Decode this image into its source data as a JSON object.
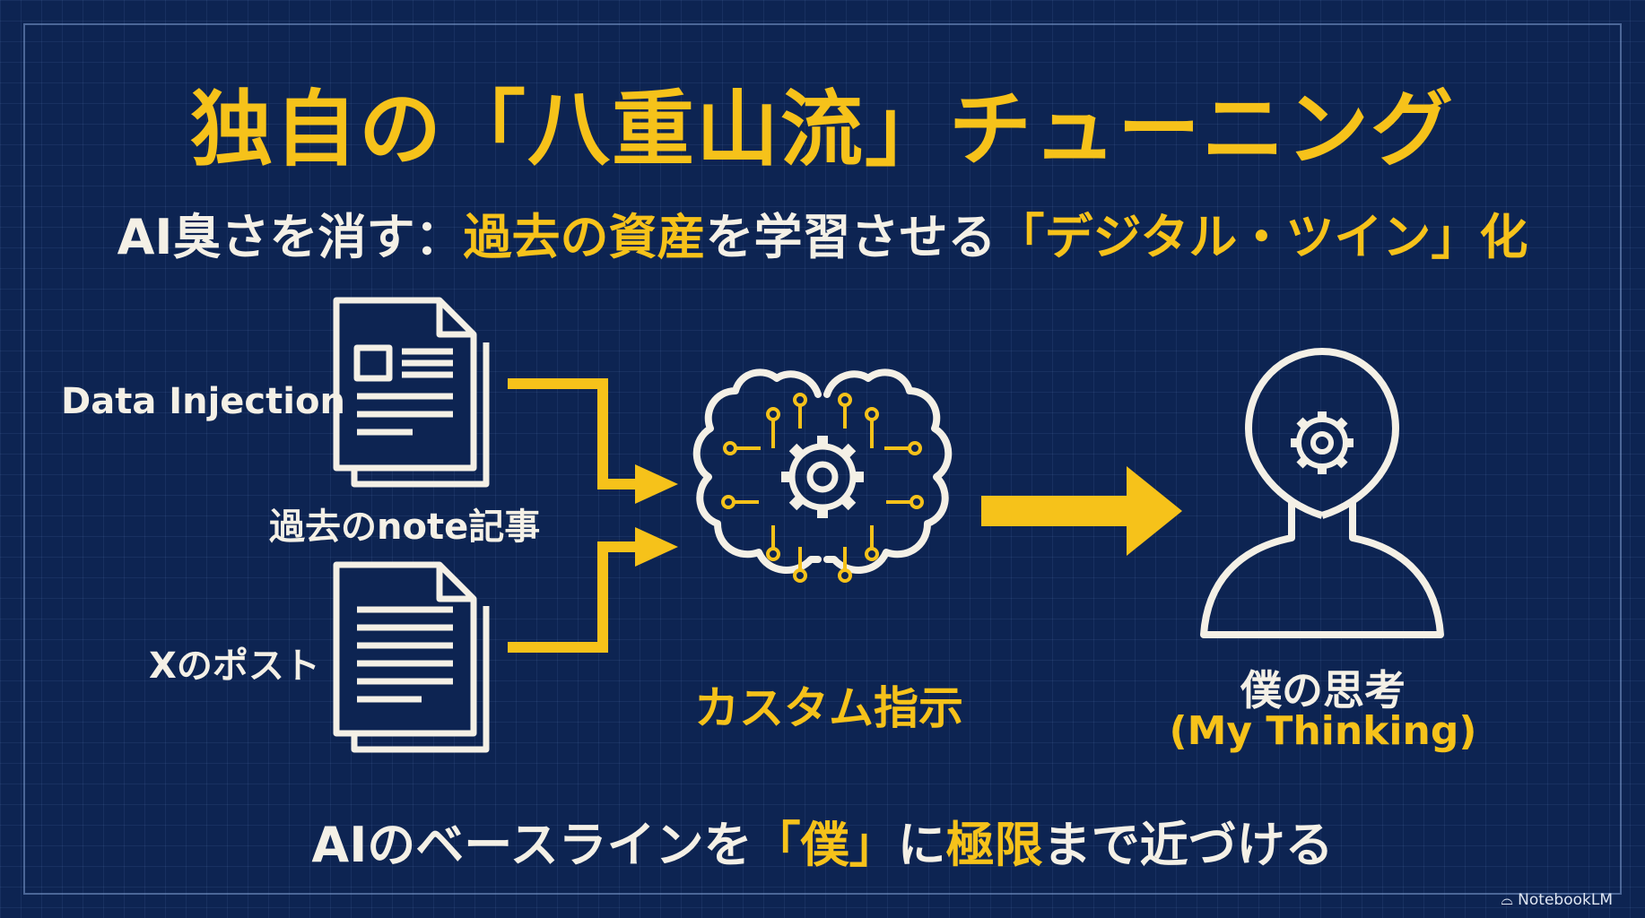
{
  "title": "独自の「八重山流」チューニング",
  "subtitle": {
    "part1": "AI臭さを消す：",
    "part2": "過去の資産",
    "part3": "を学習させる",
    "part4": "「デジタル・ツイン」化"
  },
  "inputs": {
    "data_injection": "Data Injection",
    "note_label": "過去のnote記事",
    "x_label": "Xのポスト"
  },
  "core_label": "カスタム指示",
  "output": {
    "label": "僕の思考",
    "label_en": "(My Thinking)"
  },
  "bottom": {
    "part1": "AIのベースラインを",
    "part2": "「僕」",
    "part3": "に",
    "part4": "極限",
    "part5": "まで近づける"
  },
  "brand": "NotebookLM",
  "colors": {
    "background": "#0d2452",
    "accent": "#f6c21a",
    "text": "#f4f0e6"
  },
  "icons": [
    "document-icon",
    "brain-circuit-icon",
    "gear-icon",
    "person-icon",
    "arrow-icon"
  ]
}
